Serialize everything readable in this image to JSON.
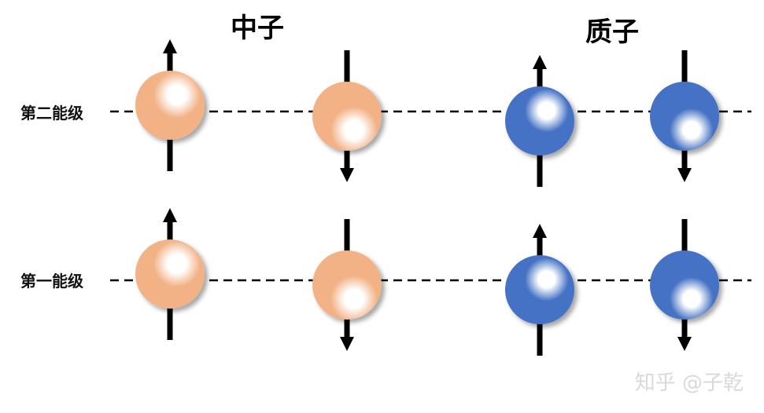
{
  "titles": {
    "neutron": "中子",
    "proton": "质子"
  },
  "levels": [
    {
      "label": "第二能级"
    },
    {
      "label": "第一能级"
    }
  ],
  "particles": [
    {
      "type": "neutron",
      "level": 0,
      "spin": "up"
    },
    {
      "type": "neutron",
      "level": 0,
      "spin": "down"
    },
    {
      "type": "proton",
      "level": 0,
      "spin": "up"
    },
    {
      "type": "proton",
      "level": 0,
      "spin": "down"
    },
    {
      "type": "neutron",
      "level": 1,
      "spin": "up"
    },
    {
      "type": "neutron",
      "level": 1,
      "spin": "down"
    },
    {
      "type": "proton",
      "level": 1,
      "spin": "up"
    },
    {
      "type": "proton",
      "level": 1,
      "spin": "down"
    }
  ],
  "colors": {
    "neutron": "#f2b286",
    "proton": "#4472c4",
    "arrow": "#000000",
    "line": "#000000"
  },
  "watermark": "知乎 @子乾"
}
